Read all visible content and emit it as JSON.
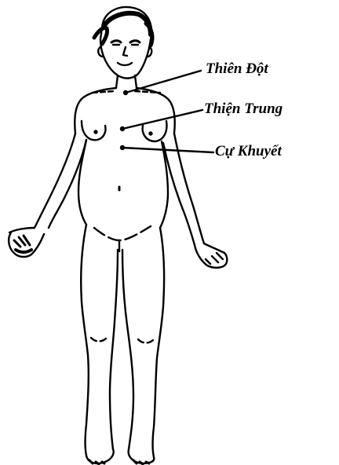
{
  "labels": {
    "thien_dot": "Thiên Đột",
    "thien_trung": "Thiện Trung",
    "cu_khuyet": "Cự Khuyết"
  },
  "colors": {
    "ink": "#000000",
    "background": "#ffffff"
  }
}
